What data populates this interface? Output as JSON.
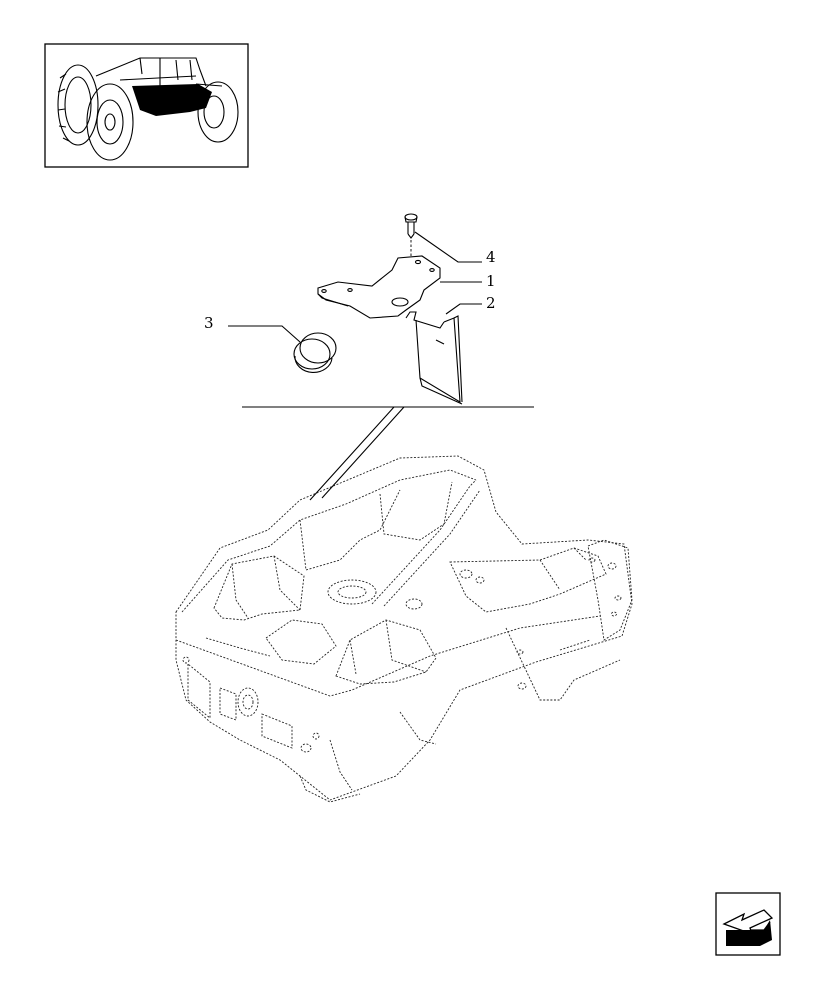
{
  "diagram": {
    "callouts": [
      {
        "id": "c4",
        "label": "4"
      },
      {
        "id": "c1",
        "label": "1"
      },
      {
        "id": "c2",
        "label": "2"
      },
      {
        "id": "c3",
        "label": "3"
      }
    ]
  },
  "thumbnail": {
    "highlight_color": "#000000"
  },
  "nav": {
    "next_page_icon": "arrow-next-page-icon"
  },
  "colors": {
    "line": "#000000",
    "background": "#ffffff"
  }
}
